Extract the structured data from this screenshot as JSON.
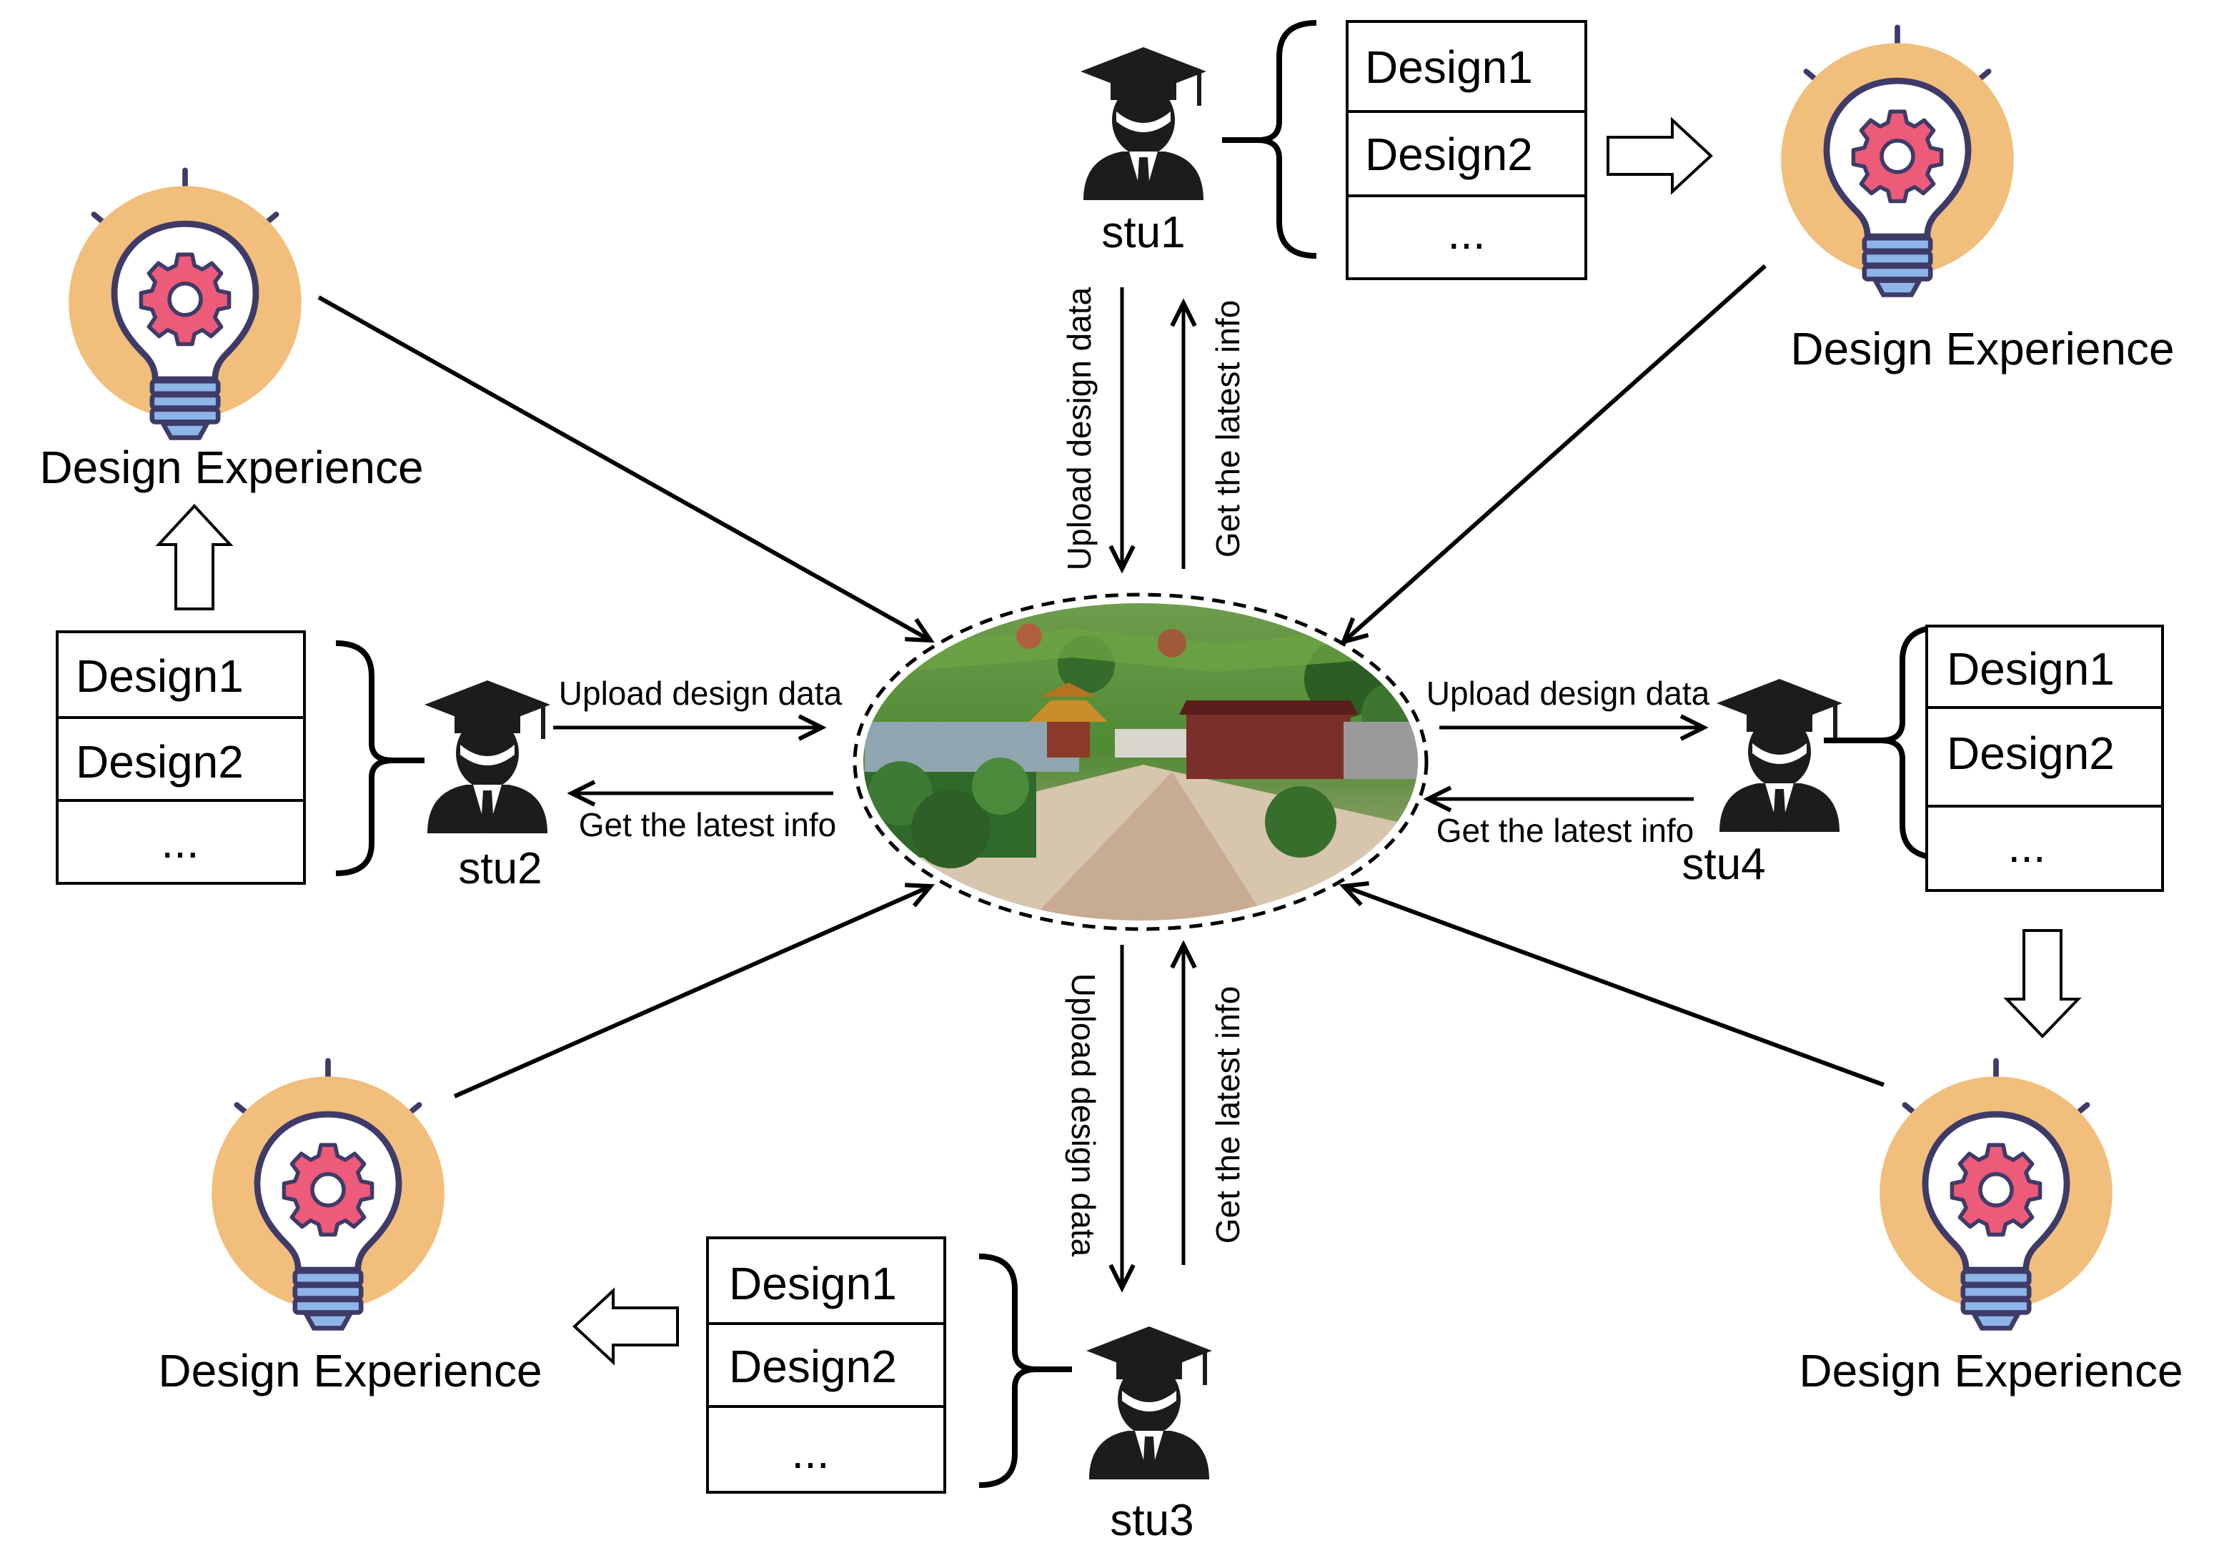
{
  "center": {
    "image": "landscape-garden-plaza-image"
  },
  "experience_label": "Design Experience",
  "students": [
    {
      "id": "stu1",
      "label": "stu1",
      "designs": [
        "Design1",
        "Design2",
        "..."
      ]
    },
    {
      "id": "stu2",
      "label": "stu2",
      "designs": [
        "Design1",
        "Design2",
        "..."
      ]
    },
    {
      "id": "stu3",
      "label": "stu3",
      "designs": [
        "Design1",
        "Design2",
        "..."
      ]
    },
    {
      "id": "stu4",
      "label": "stu4",
      "designs": [
        "Design1",
        "Design2",
        "..."
      ]
    }
  ],
  "arrows": {
    "upload": "Upload design data",
    "latest": "Get the latest info"
  },
  "icons": {
    "student": "graduate-student-icon",
    "experience": "lightbulb-gear-icon"
  },
  "colors": {
    "bulb_ring": "#F2BE7C",
    "bulb_outline": "#3E3B68",
    "gear": "#EE5A7A",
    "bulb_base": "#8EB5E8",
    "line": "#000000"
  }
}
